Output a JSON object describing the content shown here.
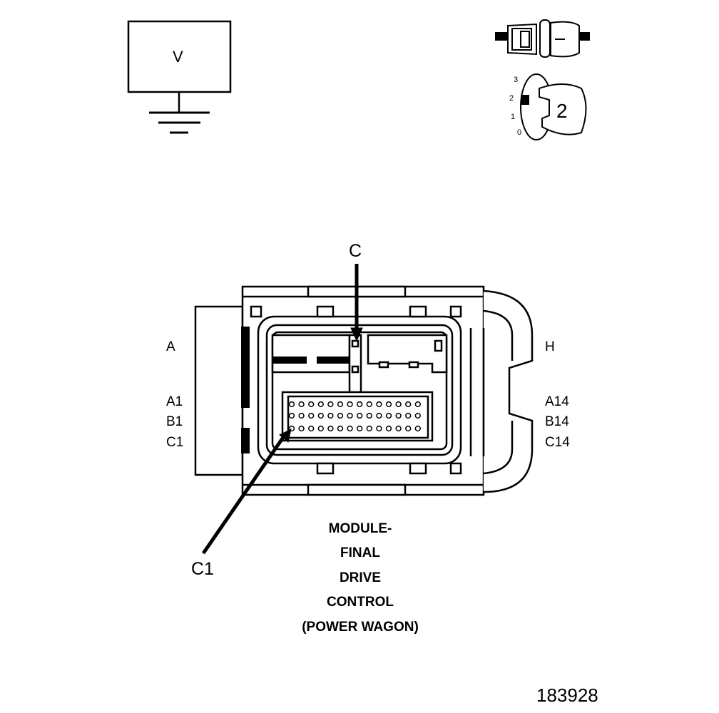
{
  "symbol": {
    "label": "V"
  },
  "lock_indicator": {
    "scale_3": "3",
    "scale_2": "2",
    "scale_1": "1",
    "scale_0": "0",
    "position": "2"
  },
  "callouts": {
    "top": "C",
    "bottom": "C1"
  },
  "row_labels": {
    "left_top": "A",
    "left_a": "A1",
    "left_b": "B1",
    "left_c": "C1",
    "right_top": "H",
    "right_a": "A14",
    "right_b": "B14",
    "right_c": "C14"
  },
  "module": {
    "lines": [
      "MODULE-",
      "FINAL",
      "DRIVE",
      "CONTROL",
      "(POWER WAGON)"
    ]
  },
  "figure_id": "183928",
  "colors": {
    "ink": "#000000",
    "background": "#ffffff",
    "shell": "#ffffff"
  }
}
